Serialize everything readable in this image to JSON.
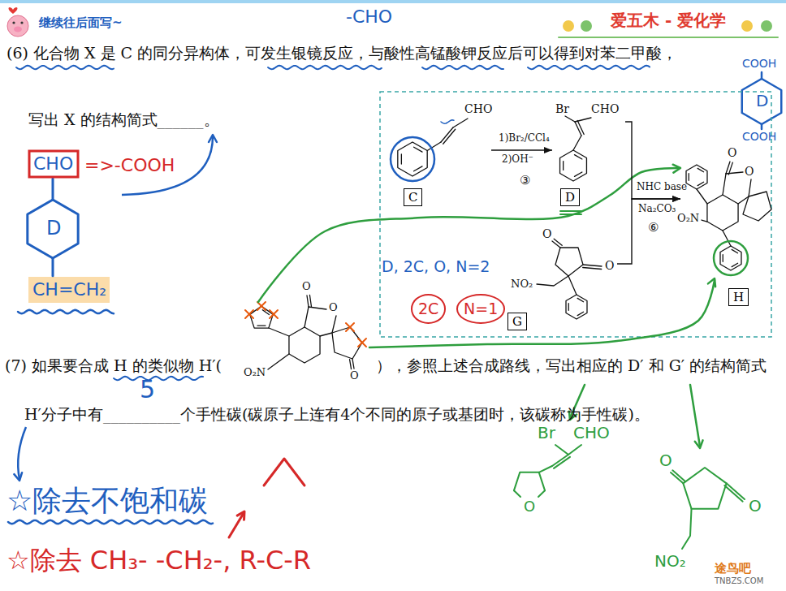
{
  "diagram": {
    "nodes": [
      {
        "text": [
          "C"
        ]
      },
      {
        "text": [
          "D"
        ]
      },
      {
        "text": [
          "H"
        ]
      },
      {
        "text": [
          "G"
        ]
      },
      {
        "text": [
          "2C"
        ]
      },
      {
        "text": [
          "N=1"
        ]
      }
    ],
    "edges": [
      {
        "from": 0,
        "to": 1,
        "arrow": "to"
      },
      {
        "from": 1,
        "to": 2,
        "arrow": "to"
      },
      {
        "from": 3,
        "to": 2,
        "arrow": "to"
      }
    ],
    "labels": [
      "继续往后面写~",
      "爱五木 - 爱化学",
      "(6) 化合物 X 是 C 的同分异构体，可发生银镜反应，与酸性高锰酸钾反应后可以得到对苯二甲酸，",
      "写出 X 的结构简式______。",
      "-CHO",
      "CHO",
      "=>-COOH",
      "D",
      "CH=CH₂",
      "COOH",
      "D",
      "COOH",
      "CHO",
      "Br",
      "CHO",
      "1)Br₂/CCl₄",
      "2)OH⁻",
      "③",
      "NHC base",
      "Na₂CO₃",
      "⑥",
      "O",
      "O",
      "O₂N",
      "O",
      "O",
      "NO₂",
      "D, 2C, O, N=2",
      "(7) 如果要合成 H 的类似物 H′(",
      "O₂N",
      "O",
      "O",
      "O",
      "），参照上述合成路线，写出相应的 D′ 和 G′ 的结构简式",
      "H′分子中有__________个手性碳(碳原子上连有4个不同的原子或基团时，该碳称为手性碳)。",
      "5",
      "☆除去不饱和碳",
      "☆除去 CH₃- -CH₂-, R-C-R",
      "Br",
      "CHO",
      "O",
      "O",
      "O",
      "NO₂",
      "途鸟吧",
      "TNBZS.COM"
    ]
  }
}
